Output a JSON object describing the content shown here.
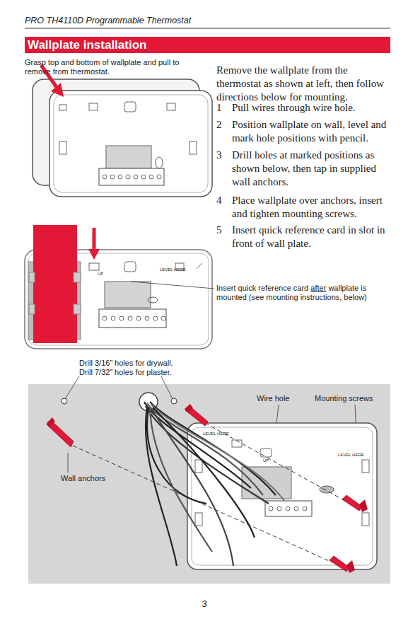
{
  "diagram": {
    "title": "Wallplate installation",
    "labels": [
      "PRO TH4110D Programmable Thermostat",
      "Grasp top and bottom of wallplate and pull to remove from thermostat.",
      "Remove the wallplate from the thermostat as shown at left, then follow directions below for mounting.",
      "1",
      "Pull wires through wire hole.",
      "2",
      "Position wallplate on wall, level and mark hole positions with pencil.",
      "3",
      "Drill holes at marked positions as shown below, then tap in supplied wall anchors.",
      "4",
      "Place wallplate over anchors, insert and tighten mounting screws.",
      "5",
      "Insert quick reference card in slot in front of wall plate.",
      "UP",
      "LEVEL HERE",
      "Insert quick reference card",
      "after",
      "wallplate is mounted (see mounting instructions, below)",
      "Drill 3/16” holes for drywall.",
      "Drill 7/32” holes for plaster.",
      "Wire hole",
      "Mounting screws",
      "Wall anchors",
      "LEVEL HERE",
      "UP",
      "LEVEL HERE",
      "3"
    ]
  }
}
